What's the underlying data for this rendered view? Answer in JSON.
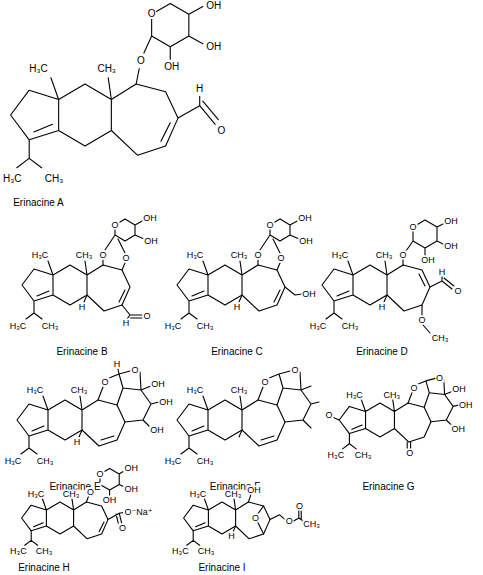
{
  "diagram": {
    "labels": [
      "H₃C",
      "CH₃",
      "O",
      "O",
      "OH",
      "OH",
      "OH",
      "H",
      "O",
      "H₃C",
      "CH₃",
      "Erinacine A",
      "H₃C",
      "CH₃",
      "O",
      "O",
      "O",
      "OH",
      "OH",
      "H",
      "H",
      "O",
      "H₃C",
      "CH₃",
      "Erinacine B",
      "H₃C",
      "CH₃",
      "O",
      "O",
      "O",
      "OH",
      "OH",
      "H",
      "OH",
      "H₃C",
      "CH₃",
      "Erinacine C",
      "H₃C",
      "CH₃",
      "O",
      "O",
      "OH",
      "OH",
      "OH",
      "H",
      "H",
      "O",
      "O",
      "CH₃",
      "H₃C",
      "CH₃",
      "Erinacine D",
      "H₃C",
      "CH₃",
      "O",
      "H",
      "O",
      "OH",
      "OH",
      "OH",
      "H",
      "H₃C",
      "CH₃",
      "Erinacine E",
      "H₃C",
      "CH₃",
      "O",
      "O",
      "H₃C",
      "CH₃",
      "Erinacine F",
      "H₃C",
      "CH₃",
      "O",
      "O",
      "O",
      "OH",
      "OH",
      "OH",
      "O",
      "H₃C",
      "CH₃",
      "Erinacine G",
      "H₃C",
      "CH₃",
      "O",
      "O",
      "OH",
      "OH",
      "OH",
      "O",
      "O⁻Na⁺",
      "H₃C",
      "CH₃",
      "Erinacine H",
      "H₃C",
      "OH",
      "CH₃",
      "O",
      "O",
      "O",
      "CH₃",
      "H",
      "H₃C",
      "CH₃",
      "Erinacine I"
    ]
  }
}
